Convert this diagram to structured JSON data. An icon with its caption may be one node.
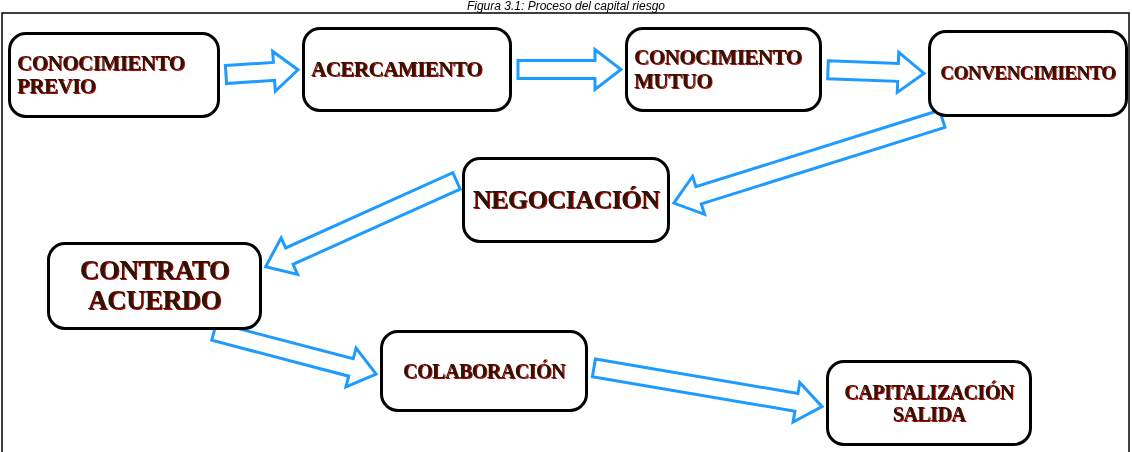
{
  "diagram": {
    "title": "Figura 3.1: Proceso del capital riesgo",
    "nodes": [
      {
        "text": [
          "CONOCIMIENTO PREVIO"
        ]
      },
      {
        "text": [
          "ACERCAMIENTO"
        ]
      },
      {
        "text": [
          "CONOCIMIENTO MUTUO"
        ]
      },
      {
        "text": [
          "CONVENCIMIENTO"
        ]
      },
      {
        "text": [
          "NEGOCIACIÓN"
        ]
      },
      {
        "text": [
          "CONTRATO ACUERDO"
        ]
      },
      {
        "text": [
          "COLABORACIÓN"
        ]
      },
      {
        "text": [
          "CAPITALIZACIÓN SALIDA"
        ]
      }
    ],
    "edges": [
      {
        "from": 0,
        "to": 1,
        "arrow": "to"
      },
      {
        "from": 1,
        "to": 2,
        "arrow": "to"
      },
      {
        "from": 2,
        "to": 3,
        "arrow": "to"
      },
      {
        "from": 3,
        "to": 4,
        "arrow": "to"
      },
      {
        "from": 4,
        "to": 5,
        "arrow": "to"
      },
      {
        "from": 5,
        "to": 6,
        "arrow": "to"
      },
      {
        "from": 6,
        "to": 7,
        "arrow": "to"
      }
    ]
  }
}
